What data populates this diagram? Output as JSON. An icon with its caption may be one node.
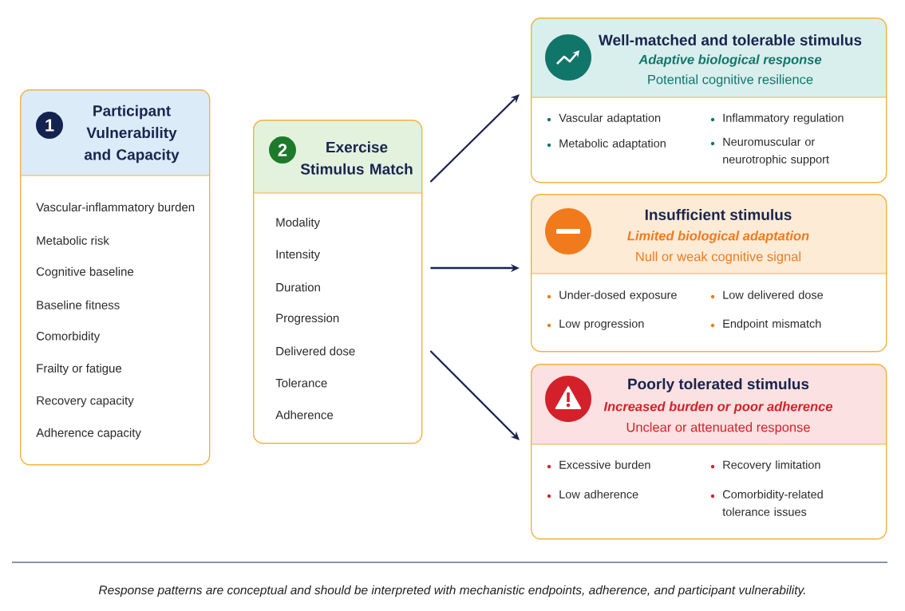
{
  "diagram": {
    "caption": "Response patterns are conceptual and should be interpreted with mechanistic endpoints, adherence, and participant vulnerability.",
    "nodes": [
      {
        "text": [
          "1",
          "Participant Vulnerability and Capacity",
          "Vascular-inflammatory burden",
          "Metabolic risk",
          "Cognitive baseline",
          "Baseline fitness",
          "Comorbidity",
          "Frailty or fatigue",
          "Recovery capacity",
          "Adherence capacity"
        ]
      },
      {
        "text": [
          "2",
          "Exercise Stimulus Match",
          "Modality",
          "Intensity",
          "Duration",
          "Progression",
          "Delivered dose",
          "Tolerance",
          "Adherence"
        ]
      },
      {
        "text": [
          "Well-matched and tolerable stimulus",
          "Adaptive biological response",
          "Potential cognitive resilience",
          "Vascular adaptation",
          "Inflammatory regulation",
          "Metabolic adaptation",
          "Neuromuscular or neurotrophic support"
        ]
      },
      {
        "text": [
          "Insufficient stimulus",
          "Limited biological adaptation",
          "Null or weak cognitive signal",
          "Under-dosed exposure",
          "Low delivered dose",
          "Low progression",
          "Endpoint mismatch"
        ]
      },
      {
        "text": [
          "Poorly tolerated stimulus",
          "Increased burden or poor adherence",
          "Unclear or attenuated response",
          "Excessive burden",
          "Recovery limitation",
          "Low adherence",
          "Comorbidity-related tolerance issues"
        ]
      }
    ],
    "edges": [
      {
        "from": 1,
        "to": 2,
        "arrow": "to"
      },
      {
        "from": 1,
        "to": 3,
        "arrow": "to"
      },
      {
        "from": 1,
        "to": 4,
        "arrow": "to"
      }
    ]
  }
}
